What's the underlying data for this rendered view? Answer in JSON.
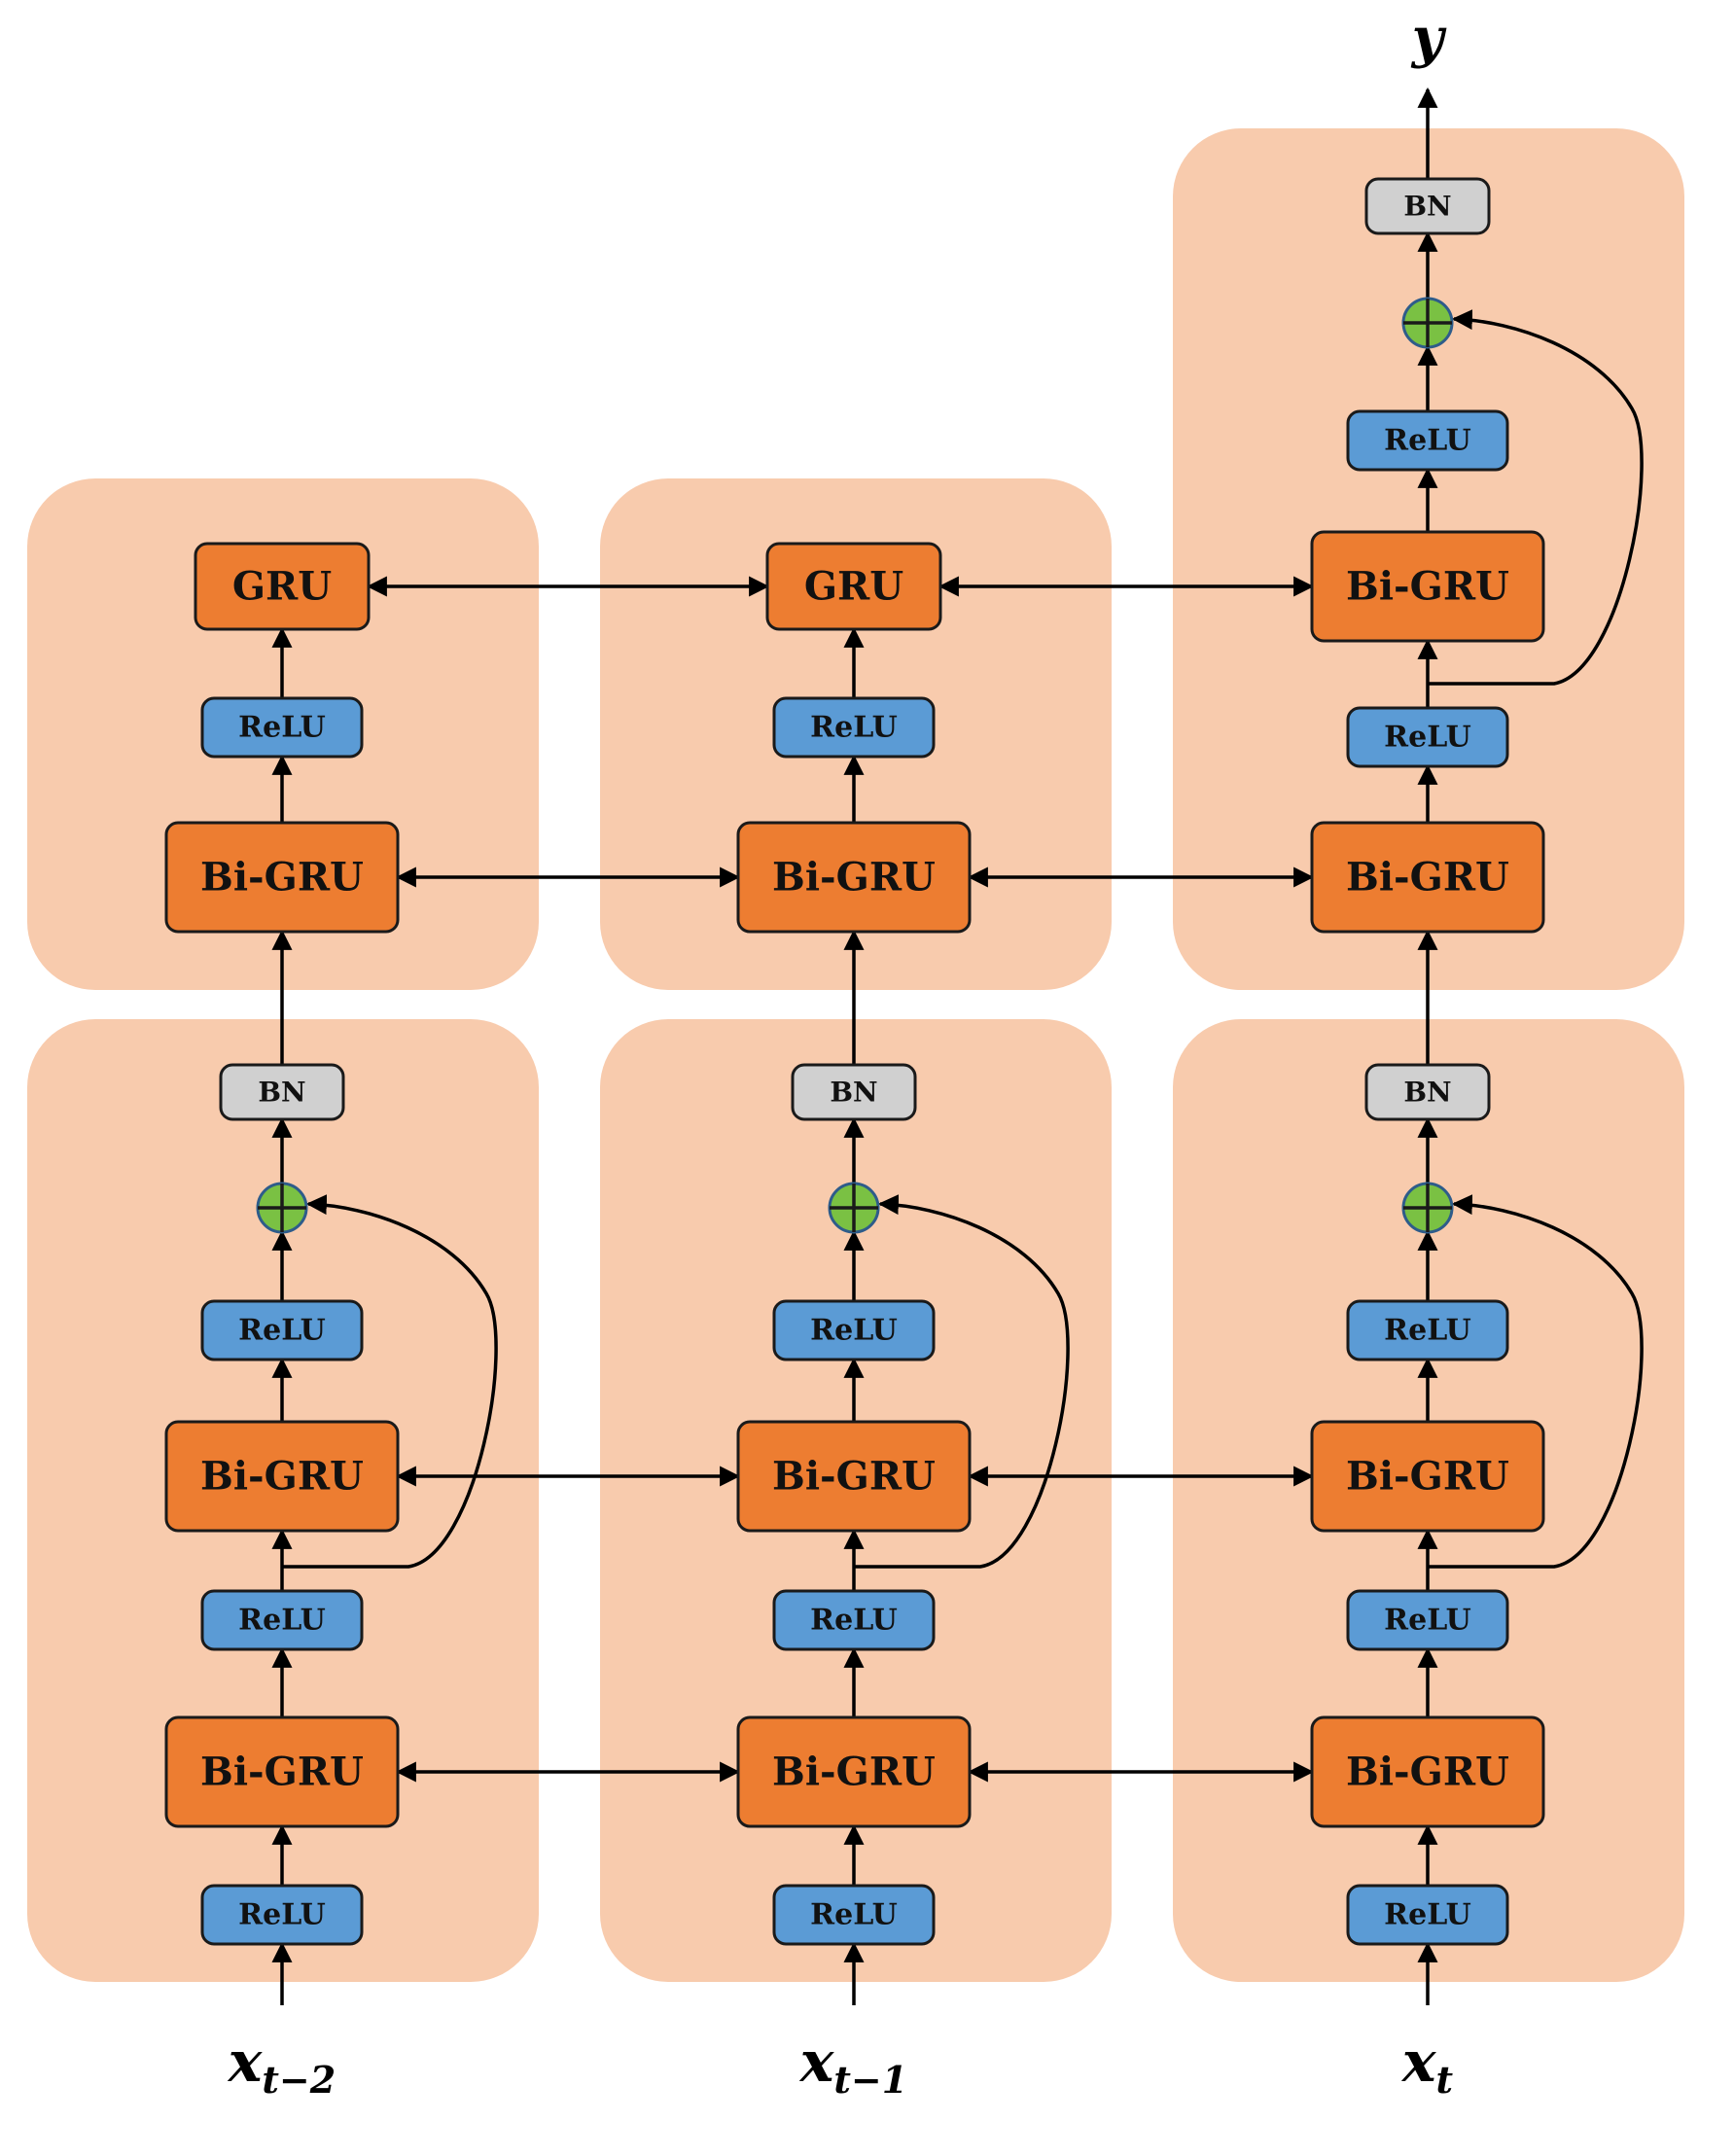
{
  "labels": {
    "output": "y",
    "bi_gru": "Bi-GRU",
    "gru": "GRU",
    "relu": "ReLU",
    "bn": "BN"
  },
  "inputs": [
    {
      "base": "x",
      "sub": "t−2"
    },
    {
      "base": "x",
      "sub": "t−1"
    },
    {
      "base": "x",
      "sub": "t"
    }
  ],
  "colors": {
    "panel": "#f8cbad",
    "gru_box": "#ed7d31",
    "relu_box": "#5b9bd5",
    "bn_box": "#d0d0d0",
    "sum_node": "#7ac143"
  }
}
